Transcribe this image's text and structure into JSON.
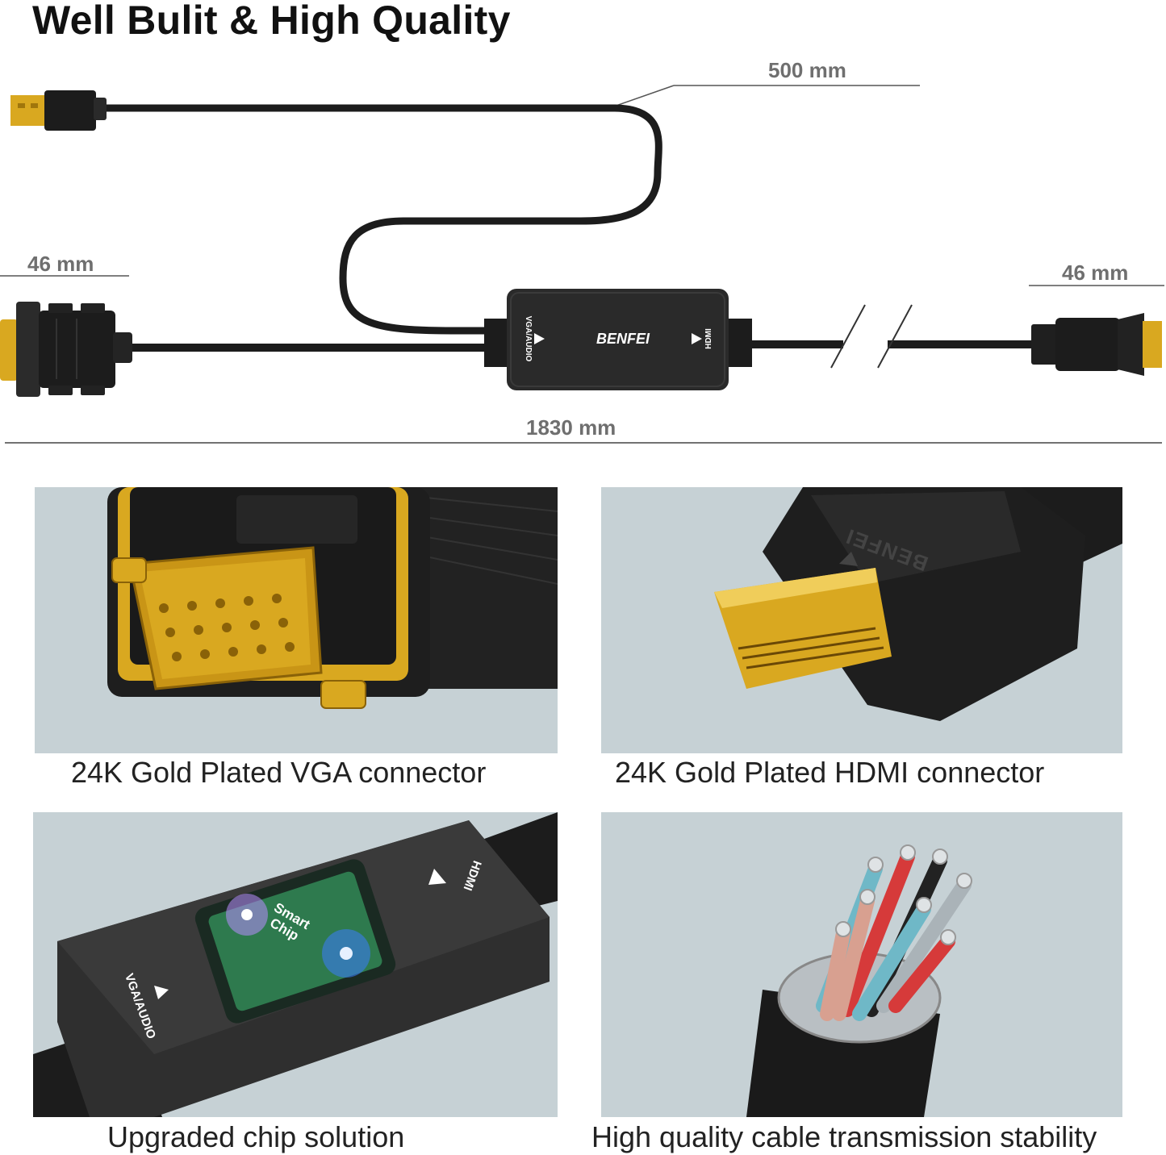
{
  "title": "Well Bulit & High Quality",
  "dimensions": {
    "usb_cable": "500 mm",
    "vga_connector": "46 mm",
    "hdmi_connector": "46 mm",
    "total_length": "1830 mm"
  },
  "adapter_box": {
    "brand": "BENFEI",
    "left_label": "VGA/AUDIO",
    "right_label": "HDMI"
  },
  "panels": [
    {
      "caption": "24K Gold Plated VGA connector"
    },
    {
      "caption": "24K Gold Plated HDMI connector",
      "connector_brand": "BENFEI"
    },
    {
      "caption": "Upgraded chip solution",
      "chip_label": "Smart Chip",
      "chip_line1": "Smart",
      "chip_line2": "Chip",
      "left_label": "VGA/AUDIO",
      "right_label": "HDMI"
    },
    {
      "caption": "High quality cable transmission stability"
    }
  ],
  "colors": {
    "gold": "#d9a820",
    "cable_black": "#1c1c1c",
    "panel_bg": "#c6d1d5",
    "dimension_text": "#6f6f6f"
  }
}
